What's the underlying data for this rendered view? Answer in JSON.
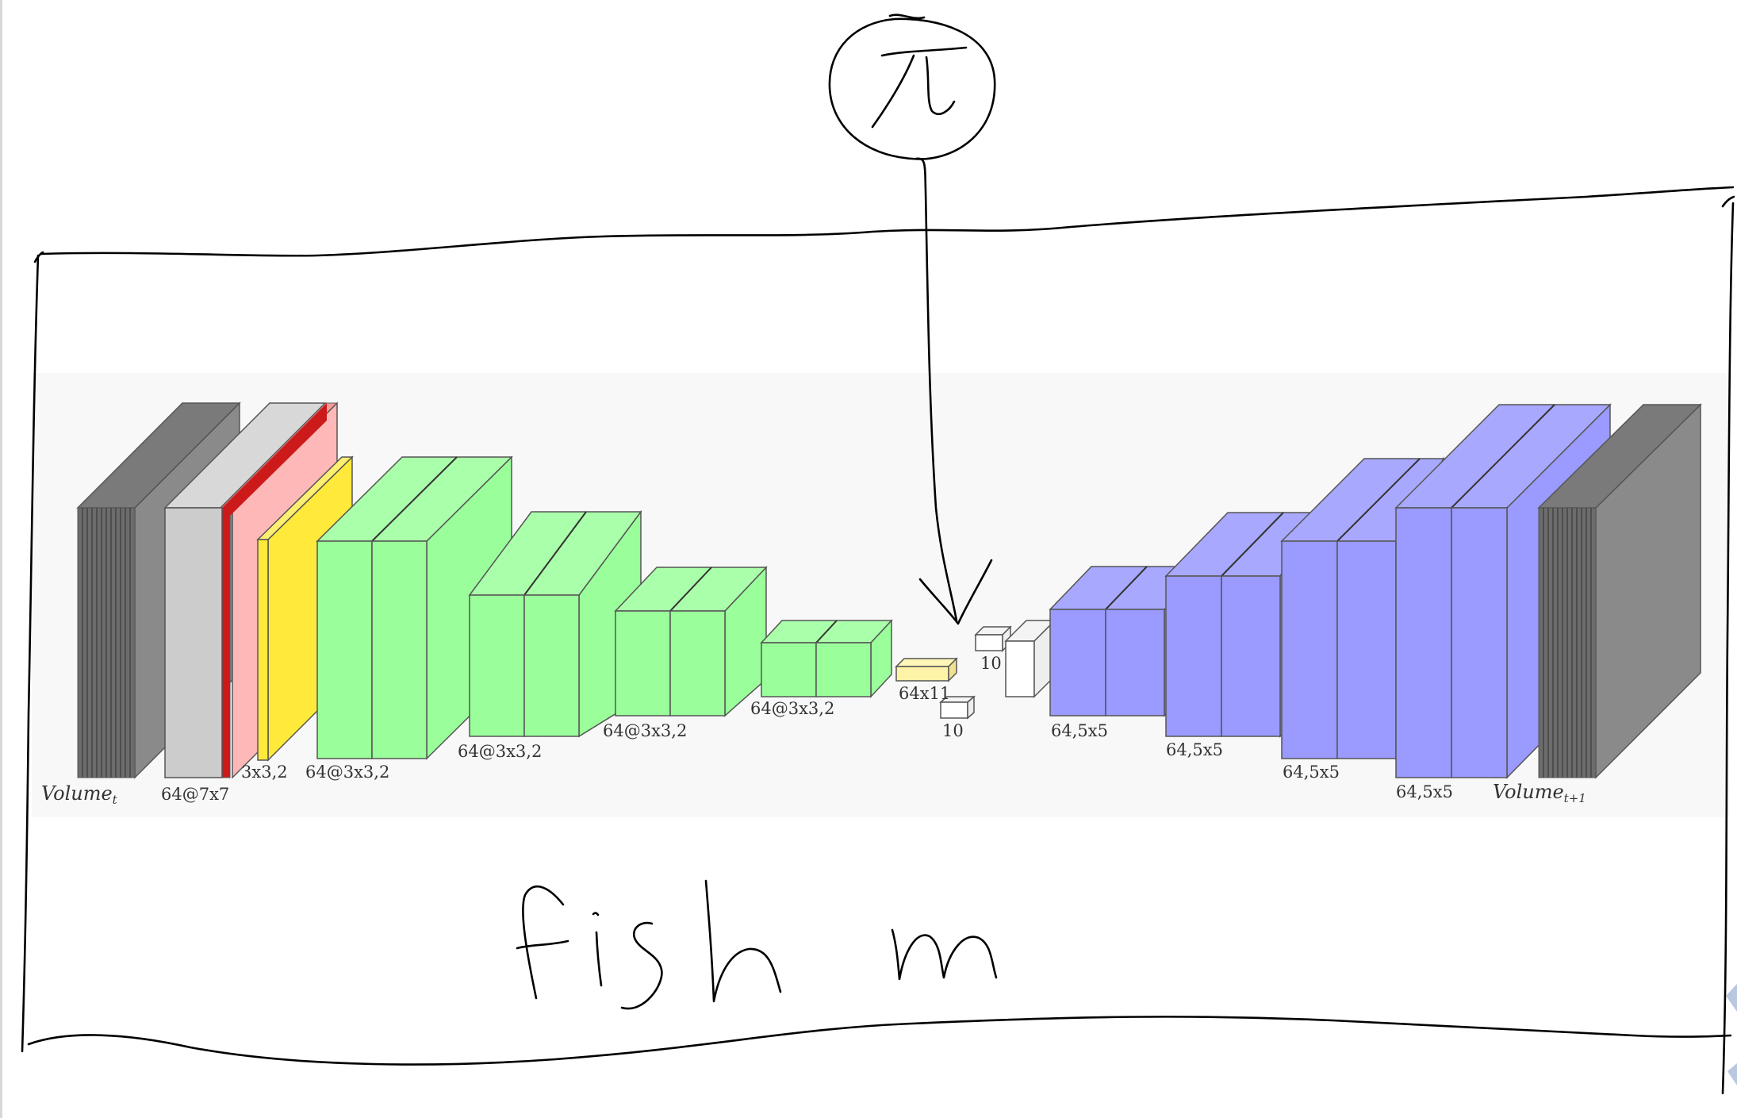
{
  "network": {
    "input_label": "Volume",
    "input_subscript": "t",
    "output_label": "Volume",
    "output_subscript": "t+1",
    "encoder_labels": [
      "64@7x7",
      "3x3,2",
      "64@3x3,2",
      "64@3x3,2",
      "64@3x3,2",
      "64@3x3,2"
    ],
    "bottleneck_labels": [
      "64x11",
      "10",
      "10"
    ],
    "decoder_labels": [
      "64,5x5",
      "64,5x5",
      "64,5x5",
      "64,5x5"
    ]
  },
  "handwriting": {
    "symbol": "pi with bar (policy)",
    "bottom_text": "fish m"
  },
  "colors": {
    "gray_stack": "#8a8a8a",
    "gray_dark": "#6a6a6a",
    "light_gray": "#cccccc",
    "pink": "#ffb8b8",
    "red": "#cc1a1a",
    "yellow": "#ffe93a",
    "light_yellow": "#fff3a8",
    "green": "#9aff9a",
    "blue": "#9a9aff",
    "white_block": "#ffffff",
    "ink": "#000000"
  }
}
